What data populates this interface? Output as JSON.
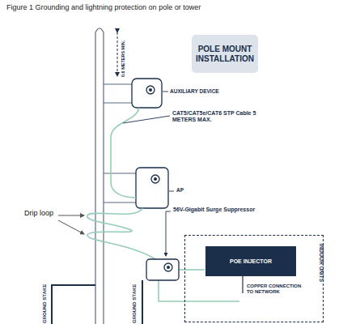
{
  "diagram": {
    "title": "Figure 1 Grounding and lightning protection on pole or tower",
    "nodes": [
      {
        "text": [
          "POLE MOUNT INSTALLATION"
        ]
      },
      {
        "text": [
          "INDOOR UNITS"
        ]
      },
      {
        "text": [
          "POE INJECTOR"
        ],
        "in": 1
      }
    ],
    "labels": [
      "0.6 METERS MIN.",
      "AUXILIARY DEVICE",
      "CAT5/CAT5e/CAT6 STP Cable 5 METERS MAX.",
      "AP",
      "56V-Gigabit Surge Suppressor",
      "Drip loop",
      "COPPER CONNECTION TO NETWORK",
      "GROUND STAKE",
      "GROUND STAKE"
    ]
  }
}
